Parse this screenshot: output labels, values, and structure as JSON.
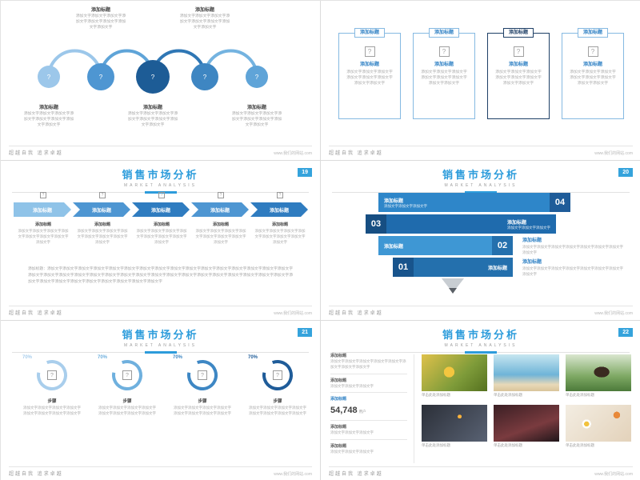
{
  "common": {
    "add_title": "添加标题",
    "body": "添加文字添加文字添加文字添加文字添加文字添加文字添加文字添加文字",
    "body_short": "添加文字添加文字添加文字",
    "icon_q": "?",
    "footer_left": "超越自我  追求卓越",
    "footer_right": "www.我们的网站.com",
    "photo_caption": "单击此处添加标题",
    "market_title": "销售市场分析",
    "market_sub": "MARKET ANALYSIS",
    "step_label": "步骤"
  },
  "slide19": {
    "page": "19",
    "paragraph": "添加标题：添加文字添加文字添加文字添加文字添加文字添加文字添加文字添加文字添加文字添加文字添加文字添加文字添加文字添加文字添加文字添加文字添加文字添加文字添加文字添加文字添加文字添加文字添加文字添加文字添加文字添加文字添加文字添加文字添加文字添加文字添加文字添加文字添加文字添加文字添加文字添加文字添加文字添加文字添加文字添加文字添加文字添加文字"
  },
  "slide20": {
    "page": "20",
    "numbers": [
      "04",
      "03",
      "02",
      "01"
    ]
  },
  "slide21": {
    "page": "21",
    "percents": [
      "70%",
      "70%",
      "70%",
      "70%"
    ]
  },
  "slide22": {
    "page": "22",
    "stat_value": "54,748",
    "stat_unit": "用户"
  }
}
